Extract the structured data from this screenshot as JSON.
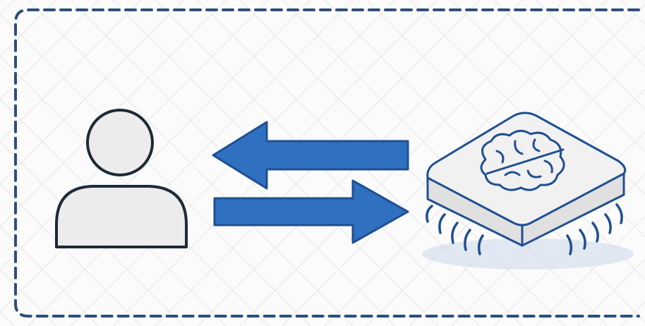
{
  "diagram": {
    "colors": {
      "frame": "#2c4f7c",
      "arrow_fill": "#2f70c0",
      "arrow_stroke": "#1f4f92",
      "person_fill": "#ececec",
      "person_stroke": "#1e2a36",
      "chip_top": "#f1f1f1",
      "chip_side": "#e0e0e0",
      "chip_stroke": "#1f4f92",
      "chip_shadow": "#c8d6ea",
      "grid": "#e6e6e6"
    },
    "nodes": [
      {
        "id": "user",
        "icon": "person-icon"
      },
      {
        "id": "ai-chip",
        "icon": "brain-chip-icon"
      }
    ],
    "edges": [
      {
        "from": "ai-chip",
        "to": "user",
        "icon": "arrow-left-icon"
      },
      {
        "from": "user",
        "to": "ai-chip",
        "icon": "arrow-right-icon"
      }
    ]
  }
}
